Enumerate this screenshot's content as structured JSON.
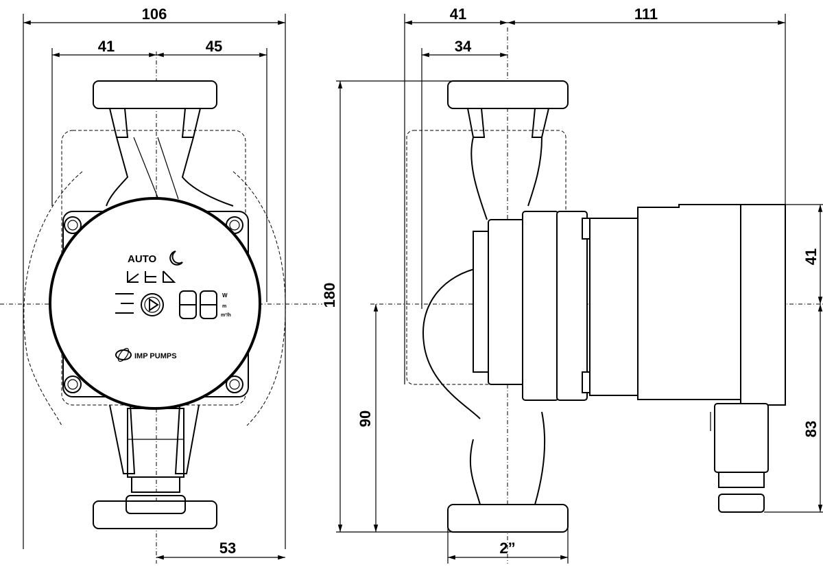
{
  "dimensions": {
    "front_total_width": "106",
    "front_left": "41",
    "front_right": "45",
    "front_bottom": "53",
    "side_left_outer": "41",
    "side_left_inner": "34",
    "side_right": "111",
    "side_height": "180",
    "side_center_height": "90",
    "thread": "2”",
    "motor_upper": "41",
    "motor_lower": "83"
  },
  "panel": {
    "mode_label": "AUTO",
    "unit_w": "W",
    "unit_m": "m",
    "unit_flow": "m³/h"
  },
  "brand": {
    "logo_text": "IMP PUMPS"
  },
  "icons": {
    "night": "moon-icon",
    "play": "play-icon",
    "curves": "pump-curve-icon"
  }
}
